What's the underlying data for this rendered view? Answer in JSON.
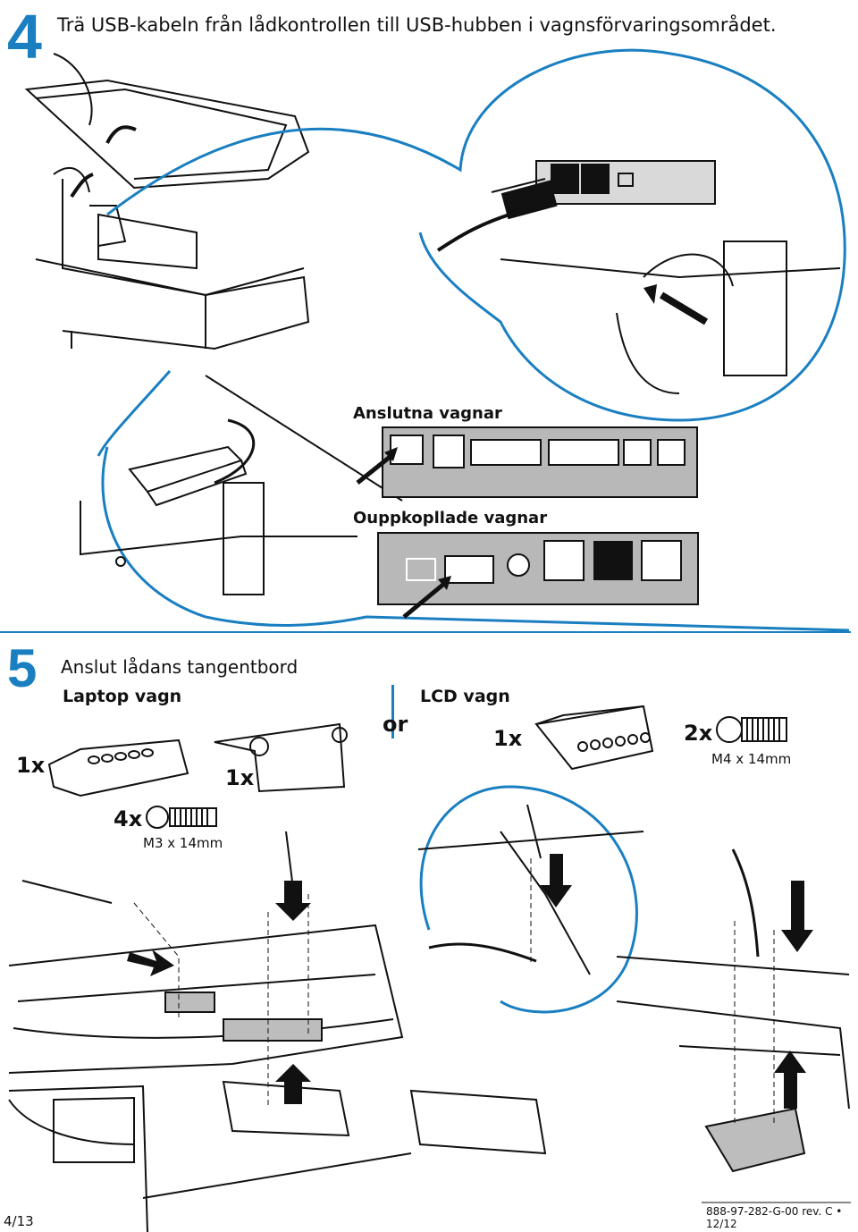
{
  "step4": {
    "number": "4",
    "title": "Trä USB-kabeln från lådkontrollen till USB-hubben i vagnsförvaringsområdet.",
    "panel_connected_label": "Anslutna vagnar",
    "panel_disconnected_label": "Ouppkopllade vagnar"
  },
  "step5": {
    "number": "5",
    "title": "Anslut lådans tangentbord",
    "laptop_label": "Laptop vagn",
    "or_label": "or",
    "lcd_label": "LCD vagn",
    "laptop_keyboard_qty": "1x",
    "laptop_bracket_qty": "1x",
    "laptop_screw_qty": "4x",
    "laptop_screw_size": "M3 x 14mm",
    "lcd_keyboard_qty": "1x",
    "lcd_screw_qty": "2x",
    "lcd_screw_size": "M4 x 14mm"
  },
  "footer": {
    "page": "4/13",
    "doc_id": "888-97-282-G-00 rev. C • 12/12"
  },
  "colors": {
    "accent": "#1a7fc1",
    "panel_gray": "#b8b8b8",
    "line": "#111111"
  }
}
